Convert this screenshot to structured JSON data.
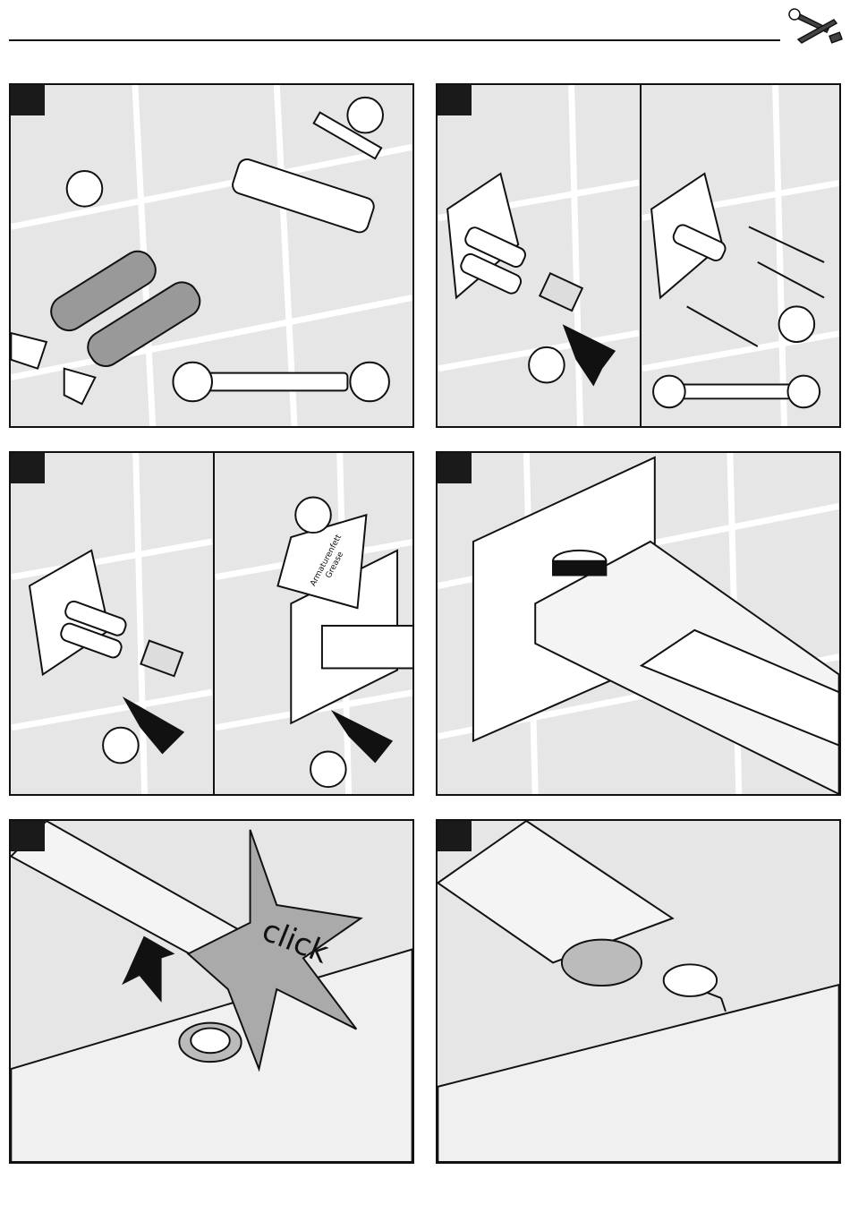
{
  "header": {
    "tools_icon": "wrench-screwdriver-icon"
  },
  "steps": [
    {
      "id": 1,
      "icons": [
        "sealant-gun-icon",
        "wall-anchor-icon",
        "wrench-icon"
      ]
    },
    {
      "id": 2,
      "icons": [
        "mounting-plate-icon",
        "screw-icon",
        "wrench-icon",
        "arrow-icon"
      ]
    },
    {
      "id": 3,
      "icons": [
        "mounting-plate-icon",
        "grease-packet-icon",
        "arrow-icon"
      ],
      "grease_text": "Armaturenfett Grease"
    },
    {
      "id": 4,
      "icons": [
        "spout-icon",
        "rotate-arrow-icon"
      ]
    },
    {
      "id": 5,
      "icons": [
        "cover-plate-icon",
        "up-arrow-icon",
        "star-burst-icon"
      ],
      "click_text": "click"
    },
    {
      "id": 6,
      "icons": [
        "cover-plate-icon",
        "hex-key-icon",
        "rotate-arrow-icon"
      ]
    }
  ],
  "colors": {
    "background": "#e6e6e6",
    "line": "#111111",
    "grout": "#ffffff"
  }
}
